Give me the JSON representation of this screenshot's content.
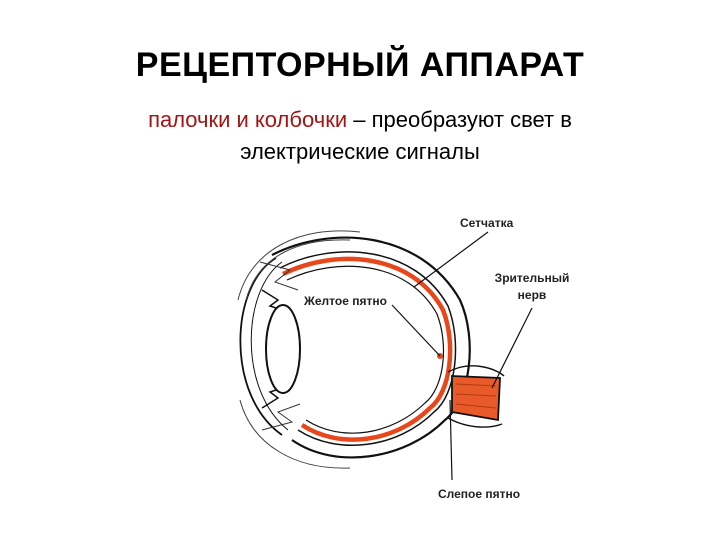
{
  "slide": {
    "title": "РЕЦЕПТОРНЫЙ АППАРАТ",
    "subtitle_highlight": "палочки и колбочки",
    "subtitle_rest": " – преобразуют свет в",
    "subtitle_line2": "электрические сигналы"
  },
  "diagram": {
    "labels": {
      "retina": "Сетчатка",
      "optic_nerve_line1": "Зрительный",
      "optic_nerve_line2": "нерв",
      "macula": "Желтое пятно",
      "blind_spot": "Слепое пятно"
    },
    "colors": {
      "retina": "#e8471c",
      "outline": "#111111",
      "nerve_fill": "#e85a2a"
    }
  }
}
